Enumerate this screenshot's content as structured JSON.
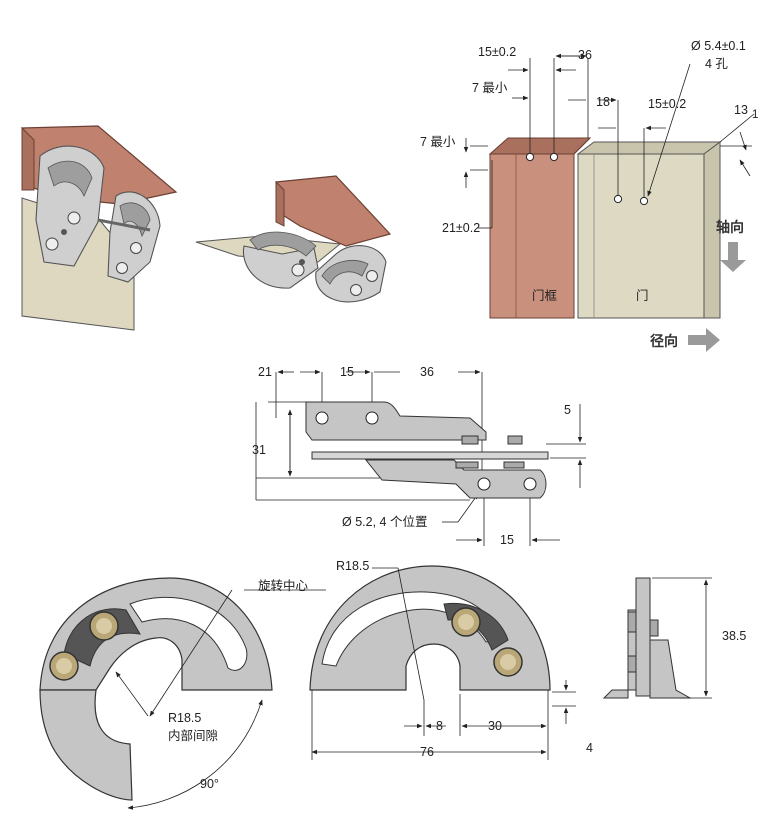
{
  "colors": {
    "copper": "#c0826f",
    "copper_dark": "#8a5445",
    "beige": "#ddd8bf",
    "steel": "#c5c5c5",
    "steel_dark": "#6a6a6a",
    "frame_panel": "#c8907d",
    "door_panel": "#ddd9c2",
    "arrow_gray": "#9a9a9a"
  },
  "top_right": {
    "dim_15_a": "15±0.2",
    "dim_36": "36",
    "hole_spec_line1": "Ø 5.4±0.1",
    "hole_spec_line2": "4 孔",
    "dim_7_min_a": "7 最小",
    "dim_18": "18",
    "dim_15_b": "15±0.2",
    "dim_13": "13",
    "dim_1": "1",
    "dim_7_min_b": "7 最小",
    "dim_21": "21±0.2",
    "axial_label": "轴向",
    "frame_label": "门框",
    "door_label": "门",
    "radial_label": "径向"
  },
  "middle": {
    "dim_21": "21",
    "dim_15_top": "15",
    "dim_36": "36",
    "dim_5": "5",
    "dim_31": "31",
    "hole_spec": "Ø 5.2, 4 个位置",
    "dim_15_bottom": "15"
  },
  "bottom": {
    "rotation_center": "旋转中心",
    "r_left": "R18.5",
    "inner_gap": "内部间隙",
    "angle": "90°",
    "r_mid": "R18.5",
    "dim_8": "8",
    "dim_30": "30",
    "dim_4": "4",
    "dim_76": "76",
    "dim_38_5": "38.5"
  }
}
